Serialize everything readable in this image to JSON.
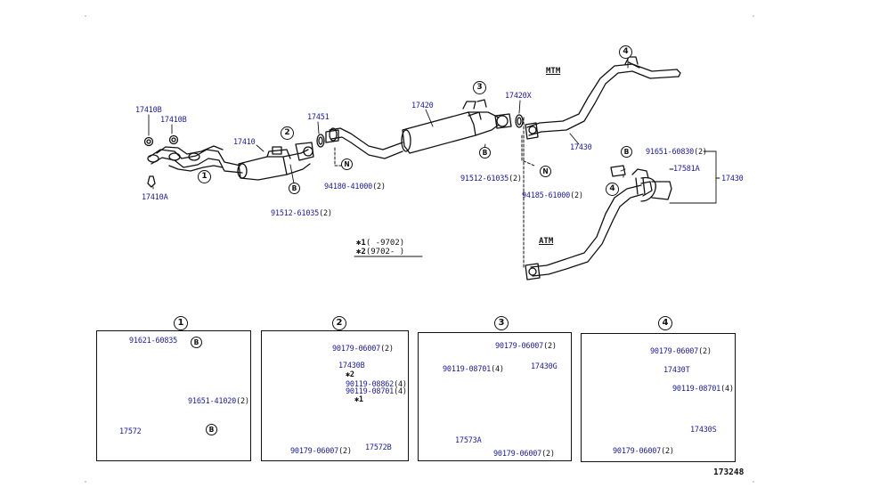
{
  "diagram": {
    "figure_code": "173248",
    "labels": {
      "l17410b_1": "17410B",
      "l17410b_2": "17410B",
      "l17410": "17410",
      "l17410a": "17410A",
      "l17451": "17451",
      "l17420": "17420",
      "l17420x": "17420X",
      "l17430_top": "17430",
      "l17430_side": "17430",
      "l17581a": "17581A",
      "l91512_a": "91512-61035",
      "l91512_a_qty": "(2)",
      "l91512_b": "91512-61035",
      "l91512_b_qty": "(2)",
      "l94180": "94180-41000",
      "l94180_qty": "(2)",
      "l94185": "94185-61000",
      "l94185_qty": "(2)",
      "l91651_60830": "91651-60830",
      "l91651_60830_qty": "(2)",
      "mtm": "MTM",
      "atm": "ATM"
    },
    "callouts": {
      "c1": "1",
      "c2": "2",
      "c3": "3",
      "c4": "4",
      "c4b": "4"
    },
    "tags": {
      "b": "B",
      "n": "N"
    },
    "notes": {
      "star1": "✱1",
      "star1_range": "( -9702)",
      "star2": "✱2",
      "star2_range": "(9702- )"
    },
    "panels": {
      "p1": {
        "num": "1",
        "labels": {
          "a": "91621-60835",
          "b": "91651-41020",
          "b_qty": "(2)",
          "c": "17572"
        }
      },
      "p2": {
        "num": "2",
        "labels": {
          "a": "90179-06007",
          "a_qty": "(2)",
          "b": "17430B",
          "star2": "✱2",
          "c": "90119-08862",
          "c_qty": "(4)",
          "d": "90119-08701",
          "d_qty": "(4)",
          "star1": "✱1",
          "e": "90179-06007",
          "e_qty": "(2)",
          "f": "17572B"
        }
      },
      "p3": {
        "num": "3",
        "labels": {
          "a": "90179-06007",
          "a_qty": "(2)",
          "b": "90119-08701",
          "b_qty": "(4)",
          "c": "17430G",
          "d": "17573A",
          "e": "90179-06007",
          "e_qty": "(2)"
        }
      },
      "p4": {
        "num": "4",
        "labels": {
          "a": "90179-06007",
          "a_qty": "(2)",
          "b": "17430T",
          "c": "90119-08701",
          "c_qty": "(4)",
          "d": "17430S",
          "e": "90179-06007",
          "e_qty": "(2)"
        }
      }
    }
  }
}
